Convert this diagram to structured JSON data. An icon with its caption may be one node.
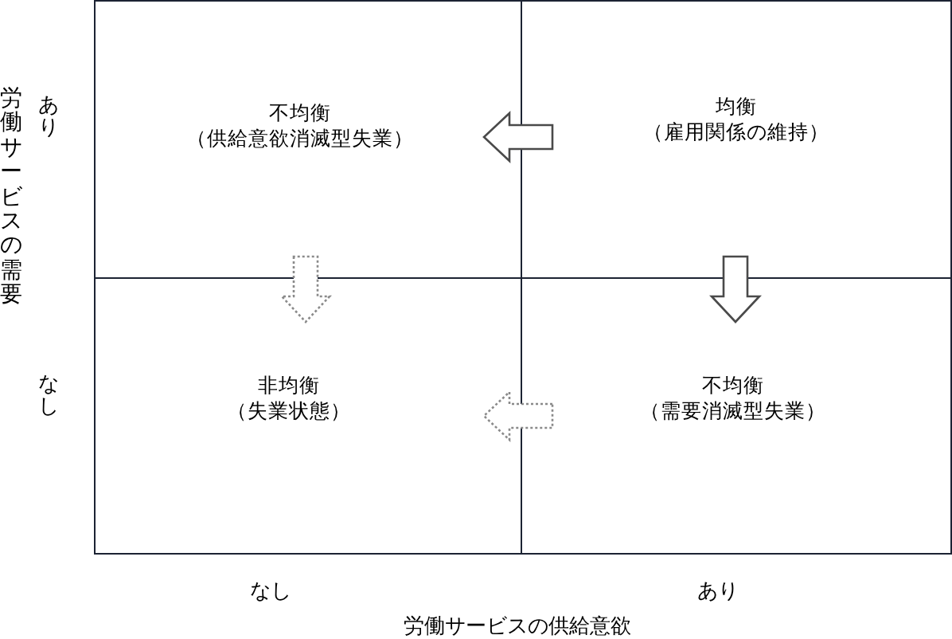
{
  "diagram": {
    "nodes": [
      {
        "text": [
          "不均衡",
          "（供給意欲消滅型失業）"
        ]
      },
      {
        "text": [
          "均衡",
          "（雇用関係の維持）"
        ]
      },
      {
        "text": [
          "非均衡",
          "（失業状態）"
        ]
      },
      {
        "text": [
          "不均衡",
          "（需要消滅型失業）"
        ]
      }
    ],
    "edges": [
      {
        "from": 1,
        "to": 0,
        "arrow": "to"
      },
      {
        "from": 1,
        "to": 3,
        "arrow": "to"
      },
      {
        "from": 0,
        "to": 2,
        "arrow": "to",
        "style": "dashed"
      },
      {
        "from": 3,
        "to": 2,
        "arrow": "to",
        "style": "dashed"
      }
    ],
    "labels": [
      "労働サービスの需要",
      "あり",
      "なし",
      "なし",
      "あり",
      "労働サービスの供給意欲"
    ]
  }
}
